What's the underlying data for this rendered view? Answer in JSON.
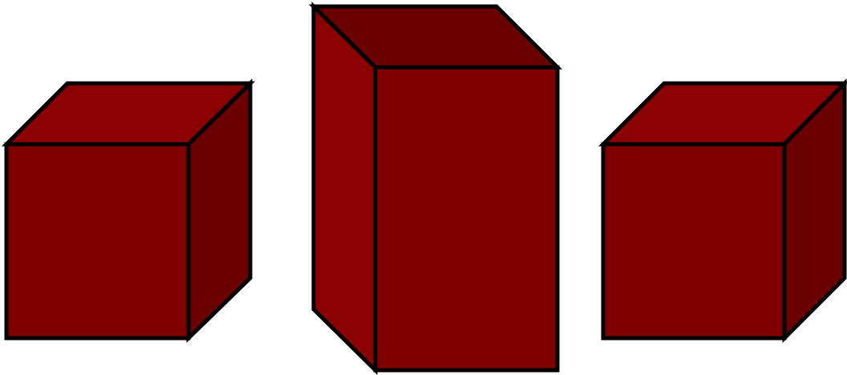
{
  "colors": {
    "front": "#800000",
    "top": "#8b0000",
    "side": "#6b0000",
    "edge": "#000000",
    "background": "#ffffff"
  },
  "shapes": [
    {
      "kind": "cube",
      "faces": [
        "front",
        "top",
        "right"
      ]
    },
    {
      "kind": "tall-box",
      "faces": [
        "front",
        "top",
        "left"
      ]
    },
    {
      "kind": "cube",
      "faces": [
        "front",
        "top",
        "right"
      ]
    }
  ]
}
